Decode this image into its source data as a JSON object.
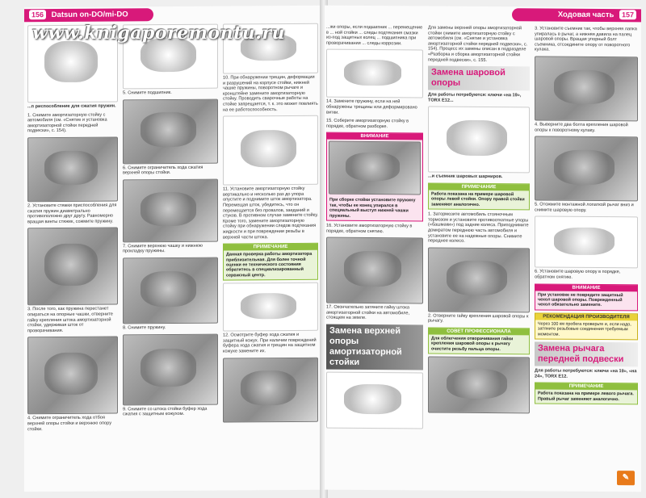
{
  "header": {
    "left_page_num": "156",
    "left_title": "Datsun on-DO/mi-DO",
    "right_title": "Ходовая часть",
    "right_page_num": "157"
  },
  "watermark": "www.knigaporemontu.ru",
  "left_page": {
    "col1": {
      "cap_tool": "...п риспособление для сжатия пружин.",
      "cap1": "1. Снимите амортизаторную стойку с автомобиля (см. «Снятие и установка амортизаторной стойки передней подвески», с. 154).",
      "cap2": "2. Установите стяжки приспособления для сжатия пружин диаметрально противоположно друг другу. Равномерно вращая винты стяжек, сожмите пружину.",
      "cap3": "3. После того, как пружина перестанет опираться на опорные чашки, отверните гайку крепления штока амортизаторной стойки, удерживая шток от проворачивания.",
      "cap4": "4. Снимите ограничитель хода отбоя верхней опоры стойки и верхнюю опору стойки."
    },
    "col2": {
      "cap5": "5. Снимите подшипник.",
      "cap6": "6. Снимите ограничитель хода сжатия верхней опоры стойки.",
      "cap7": "7. Снимите верхнюю чашку и нижнюю прокладку пружины.",
      "cap8": "8. Снимите пружину.",
      "cap9": "9. Снимите со штока стойки буфер хода сжатия с защитным кожухом."
    },
    "col3": {
      "cap10": "10. При обнаружении трещин, деформации и разрушений на корпусе стойки, нижней чашке пружины, поворотном рычаге и кронштейне замените амортизаторную стойку. Проводить сварочные работы на стойке запрещается, т. к. это может повлиять на ее работоспособность.",
      "cap11": "11. Установите амортизаторную стойку вертикально и несколько раз до упора опустите и поднимите шток амортизатора. Перемещая шток, убедитесь, что он перемещается без провалов, заеданий и стуков. В противном случае замените стойку. Кроме того, замените амортизаторную стойку при обнаружении следов подтекания жидкости и при повреждении резьбы в верхней части штока.",
      "note_title": "ПРИМЕЧАНИЕ",
      "note_text": "Данная проверка работы амортизатора приблизительная. Для более точной оценки ее технического состояния обратитесь в специализированный сервисный центр.",
      "cap12": "12. Осмотрите буфер хода сжатия и защитный кожух. При наличии повреждений буфера хода сжатия и трещин на защитном кожухе замените их."
    }
  },
  "right_page": {
    "col1": {
      "cap_bearing": "...жи опоры, если подшипник ... перемещение в ... ной стойки ... следы подтекания смазки из-под защитных колец ... подшипника при проворачивании ... следы коррозии.",
      "cap14": "14. Замените пружину, если на ней обнаружены трещины или деформировано витки.",
      "cap15": "15. Соберите амортизаторную стойку в порядке, обратном разборке.",
      "warn_title": "ВНИМАНИЕ",
      "warn_text": "При сборке стойки установите пружину так, чтобы ее конец упирался в специальный выступ нижней чашки пружины.",
      "cap16": "16. Установите амортизаторную стойку в порядке, обратном снятию.",
      "cap17": "17. Окончательно затяните гайку штока амортизаторной стойки на автомобиле, стоящем на земле.",
      "sect_title": "Замена верхней опоры амортизаторной стойки"
    },
    "col2": {
      "intro": "Для замены верхней опоры амортизаторной стойки снимите амортизаторную стойку с автомобиля (см. «Снятие и установка амортизаторной стойки передней подвески», с. 154). Процесс их замены описан в подразделе «Разборка и сборка амортизаторной стойки передней подвески», с. 155.",
      "sect_title": "Замена шаровой опоры",
      "tools": "Для работы потребуются: ключи «на 19», TORX E12...",
      "cap_puller": "...и съемник шаровых шарниров.",
      "note_title": "ПРИМЕЧАНИЕ",
      "note_text": "Работа показана на примере шаровой опоры левой стойки. Опору правой стойки заменяют аналогично.",
      "cap1": "1. Затормозите автомобиль стояночным тормозом и установите противооткатные упоры («башмаки») под задние колеса. Приподнимите домкратом переднюю часть автомобиля и установите ее на надежные опоры. Снимите переднее колесо.",
      "cap2": "2. Отверните гайку крепления шаровой опоры к рычагу.",
      "pro_title": "СОВЕТ ПРОФЕССИОНАЛА",
      "pro_text": "Для облегчения отворачивания гайки крепления шаровой опоры к рычагу очистите резьбу пальца опоры."
    },
    "col3": {
      "cap3": "3. Установите съемник так, чтобы верхняя лапка упиралась в рычаг, а нижняя давила на палец шаровой опоры. Вращая упорный болт съемника, отсоедините опору от поворотного кулака.",
      "cap4": "4. Выверните два болта крепления шаровой опоры к поворотному кулаку.",
      "cap5": "5. Отожмите монтажной лопаткой рычаг вниз и снимите шаровую опору.",
      "cap6": "6. Установите шаровую опору в порядке, обратном снятию.",
      "warn_title": "ВНИМАНИЕ",
      "warn_text": "При установке не повредите защитный чехол шаровой опоры. Поврежденный чехол обязательно замените.",
      "rec_title": "РЕКОМЕНДАЦИЯ ПРОИЗВОДИТЕЛЯ",
      "rec_text": "Через 100 км пробега проверьте и, если надо, затяните резьбовые соединения требуемым моментом.",
      "sect_title": "Замена рычага передней подвески",
      "tools": "Для работы потребуются: ключи «на 19», «на 24», TORX E12.",
      "note_title": "ПРИМЕЧАНИЕ",
      "note_text": "Работа показана на примере левого рычага. Правый рычаг заменяют аналогично."
    }
  },
  "colors": {
    "accent": "#d8197a",
    "note_green": "#8fbf3f",
    "rec_yellow": "#e9d23a"
  }
}
